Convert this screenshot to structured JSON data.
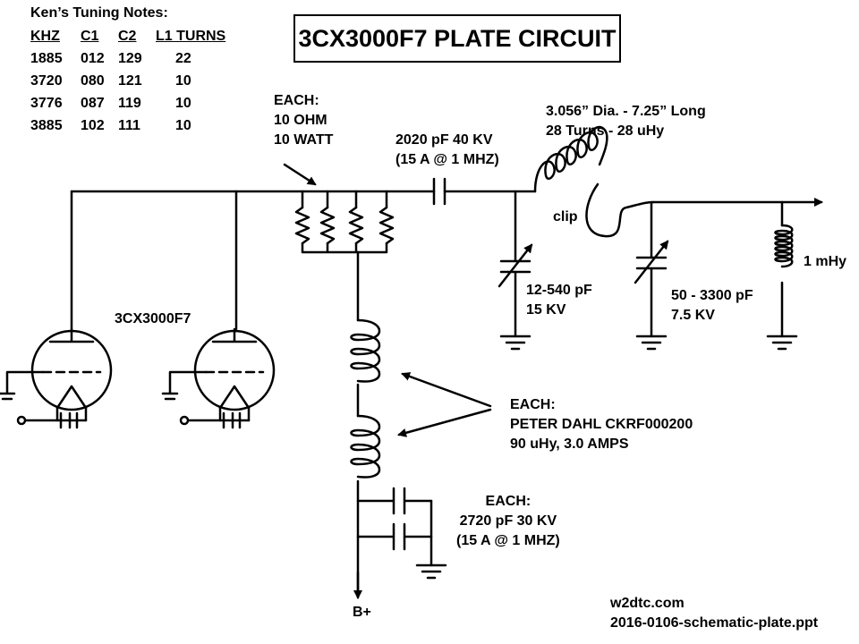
{
  "title": "3CX3000F7 PLATE CIRCUIT",
  "tuning_notes": {
    "heading": "Ken’s Tuning Notes:",
    "columns": [
      "KHZ",
      "C1",
      "C2",
      "L1 TURNS"
    ],
    "rows": [
      [
        "1885",
        "012",
        "129",
        "22"
      ],
      [
        "3720",
        "080",
        "121",
        "10"
      ],
      [
        "3776",
        "087",
        "119",
        "10"
      ],
      [
        "3885",
        "102",
        "111",
        "10"
      ]
    ]
  },
  "labels": {
    "resistors": [
      "EACH:",
      "10 OHM",
      "10 WATT"
    ],
    "coupling_cap": [
      "2020 pF  40 KV",
      "(15 A @ 1 MHZ)"
    ],
    "tank_coil": [
      "3.056” Dia. - 7.25” Long",
      "28 Turns - 28 uHy"
    ],
    "clip": "clip",
    "c1": [
      "12-540 pF",
      "15 KV"
    ],
    "c2": [
      "50 - 3300 pF",
      "7.5 KV"
    ],
    "rf_choke": "1 mHy",
    "tube": "3CX3000F7",
    "chokes": [
      "EACH:",
      "PETER DAHL  CKRF000200",
      "90 uHy, 3.0 AMPS"
    ],
    "bypass_caps": [
      "EACH:",
      "2720 pF  30 KV",
      "(15 A @ 1 MHZ)"
    ],
    "supply": "B+",
    "footer": [
      "w2dtc.com",
      "2016-0106-schematic-plate.ppt"
    ]
  }
}
